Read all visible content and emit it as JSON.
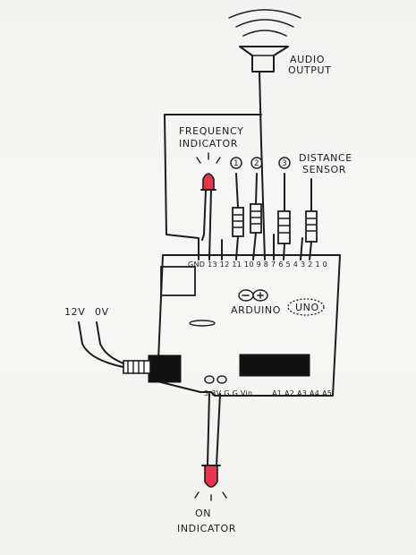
{
  "labels": {
    "audio_output": [
      "AUDIO",
      "OUTPUT"
    ],
    "frequency_indicator": [
      "FREQUENCY",
      "INDICATOR"
    ],
    "distance_sensor": [
      "DISTANCE",
      "SENSOR"
    ],
    "on_indicator": [
      "ON",
      "INDICATOR"
    ],
    "power_12v": "12V",
    "power_0v": "0V",
    "arduino": "ARDUINO",
    "uno": "UNO",
    "circled_1": "1",
    "circled_2": "2",
    "circled_3": "3"
  },
  "top_pins": "GND 13 12 11 10 9 8 7 6 5 4 3 2 1 0",
  "bottom_pins": {
    "power": "3.3V G G Vin",
    "analog": "A1 A2 A3 A4 A5"
  },
  "colors": {
    "ink": "#1c1c1c",
    "led_red": "#e8344e",
    "paper": "#f4f4f2"
  }
}
